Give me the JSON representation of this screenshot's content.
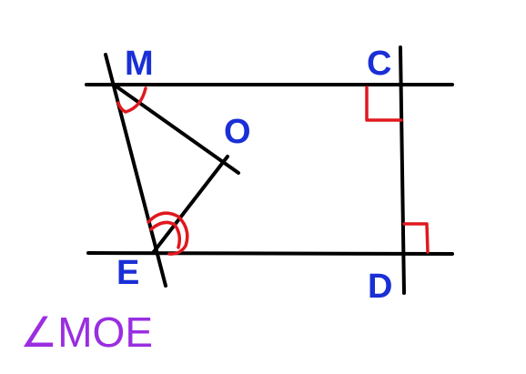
{
  "labels": {
    "M": "M",
    "O": "O",
    "C": "C",
    "E": "E",
    "D": "D"
  },
  "caption": "∠MOE",
  "colors": {
    "background": "#ffffff",
    "line": "#000000",
    "point_label": "#1a2fd6",
    "angle_mark": "#e0181e",
    "caption": "#9a2ee0"
  }
}
